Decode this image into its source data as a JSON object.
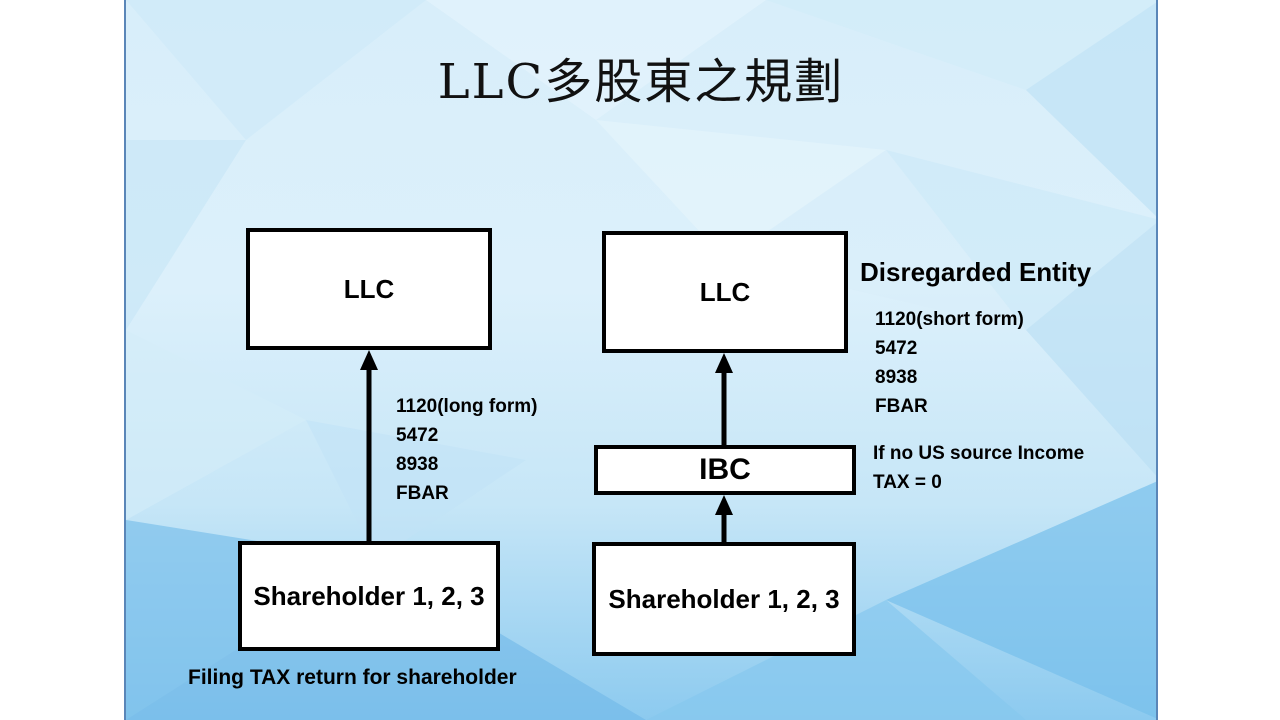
{
  "title": "LLC多股東之規劃",
  "left_diagram": {
    "top_box": "LLC",
    "bottom_box": "Shareholder 1, 2, 3",
    "forms": [
      "1120(long form)",
      "5472",
      "8938",
      "FBAR"
    ],
    "footer": "Filing TAX return for shareholder"
  },
  "right_diagram": {
    "top_box": "LLC",
    "middle_box": "IBC",
    "bottom_box": "Shareholder 1, 2, 3",
    "entity_label": "Disregarded Entity",
    "forms": [
      "1120(short form)",
      "5472",
      "8938",
      "FBAR"
    ],
    "note_line1": "If no US source Income",
    "note_line2": "TAX = 0"
  }
}
